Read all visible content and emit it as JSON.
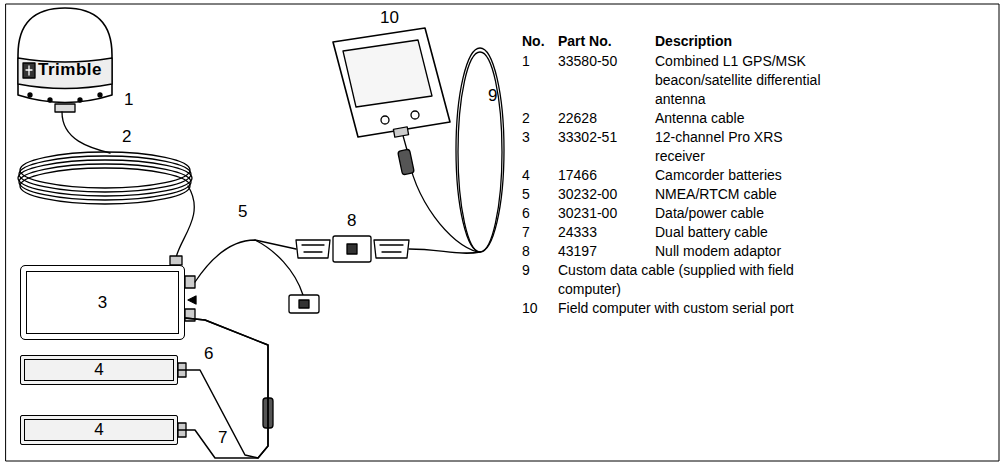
{
  "diagram": {
    "nodes": [
      {
        "text": [
          "3"
        ]
      },
      {
        "text": [
          "4"
        ]
      },
      {
        "text": [
          "4"
        ]
      }
    ],
    "edges": [
      {
        "from": 1,
        "to": 0,
        "arrow": "none"
      },
      {
        "from": 2,
        "to": 0,
        "arrow": "none"
      }
    ],
    "labels": [
      "Trimble",
      "1",
      "2",
      "5",
      "6",
      "7",
      "8",
      "9",
      "10",
      "No.",
      "Part No.",
      "Description",
      "1",
      "33580-50",
      "Combined L1 GPS/MSK beacon/satellite differential antenna",
      "2",
      "22628",
      "Antenna cable",
      "3",
      "33302-51",
      "12-channel Pro XRS receiver",
      "4",
      "17466",
      "Camcorder batteries",
      "5",
      "30232-00",
      "NMEA/RTCM cable",
      "6",
      "30231-00",
      "Data/power cable",
      "7",
      "24333",
      "Dual battery cable",
      "8",
      "43197",
      "Null modem adaptor",
      "9",
      "Custom data cable (supplied with field computer)",
      "10",
      "Field computer with custom serial port"
    ]
  }
}
